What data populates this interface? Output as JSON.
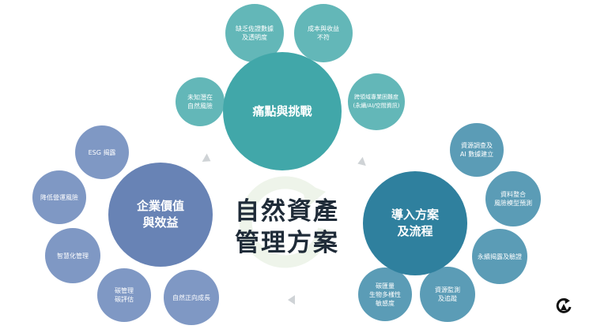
{
  "title": "自然資產\n管理方案",
  "colors": {
    "teal": "#41a7a9",
    "blue": "#6883b5",
    "sea": "#2f809e",
    "title": "#1f2b38"
  },
  "challenges": {
    "label": "痛點與挑戰",
    "items": [
      "未知潛在\n自然風險",
      "缺乏佐證數據\n及透明度",
      "成本與收益\n不符",
      "跨領域專業困難度\n(永續/AI/空間資訊)"
    ]
  },
  "value": {
    "label": "企業價值\n與效益",
    "items": [
      "ESG 揭露",
      "降低營運風險",
      "智慧化管理",
      "碳管理\n碳評估",
      "自然正向成長"
    ]
  },
  "process": {
    "label": "導入方案\n及流程",
    "items": [
      "資源調查及\nAI 數據建立",
      "資料整合\n風險模型預測",
      "永續揭露及驗證",
      "資源監測\n及追蹤",
      "碳匯量\n生物多樣性\n敏感度"
    ]
  },
  "icons": {
    "cycle": "cycle-arrow-icon",
    "logo": "logo-icon"
  }
}
